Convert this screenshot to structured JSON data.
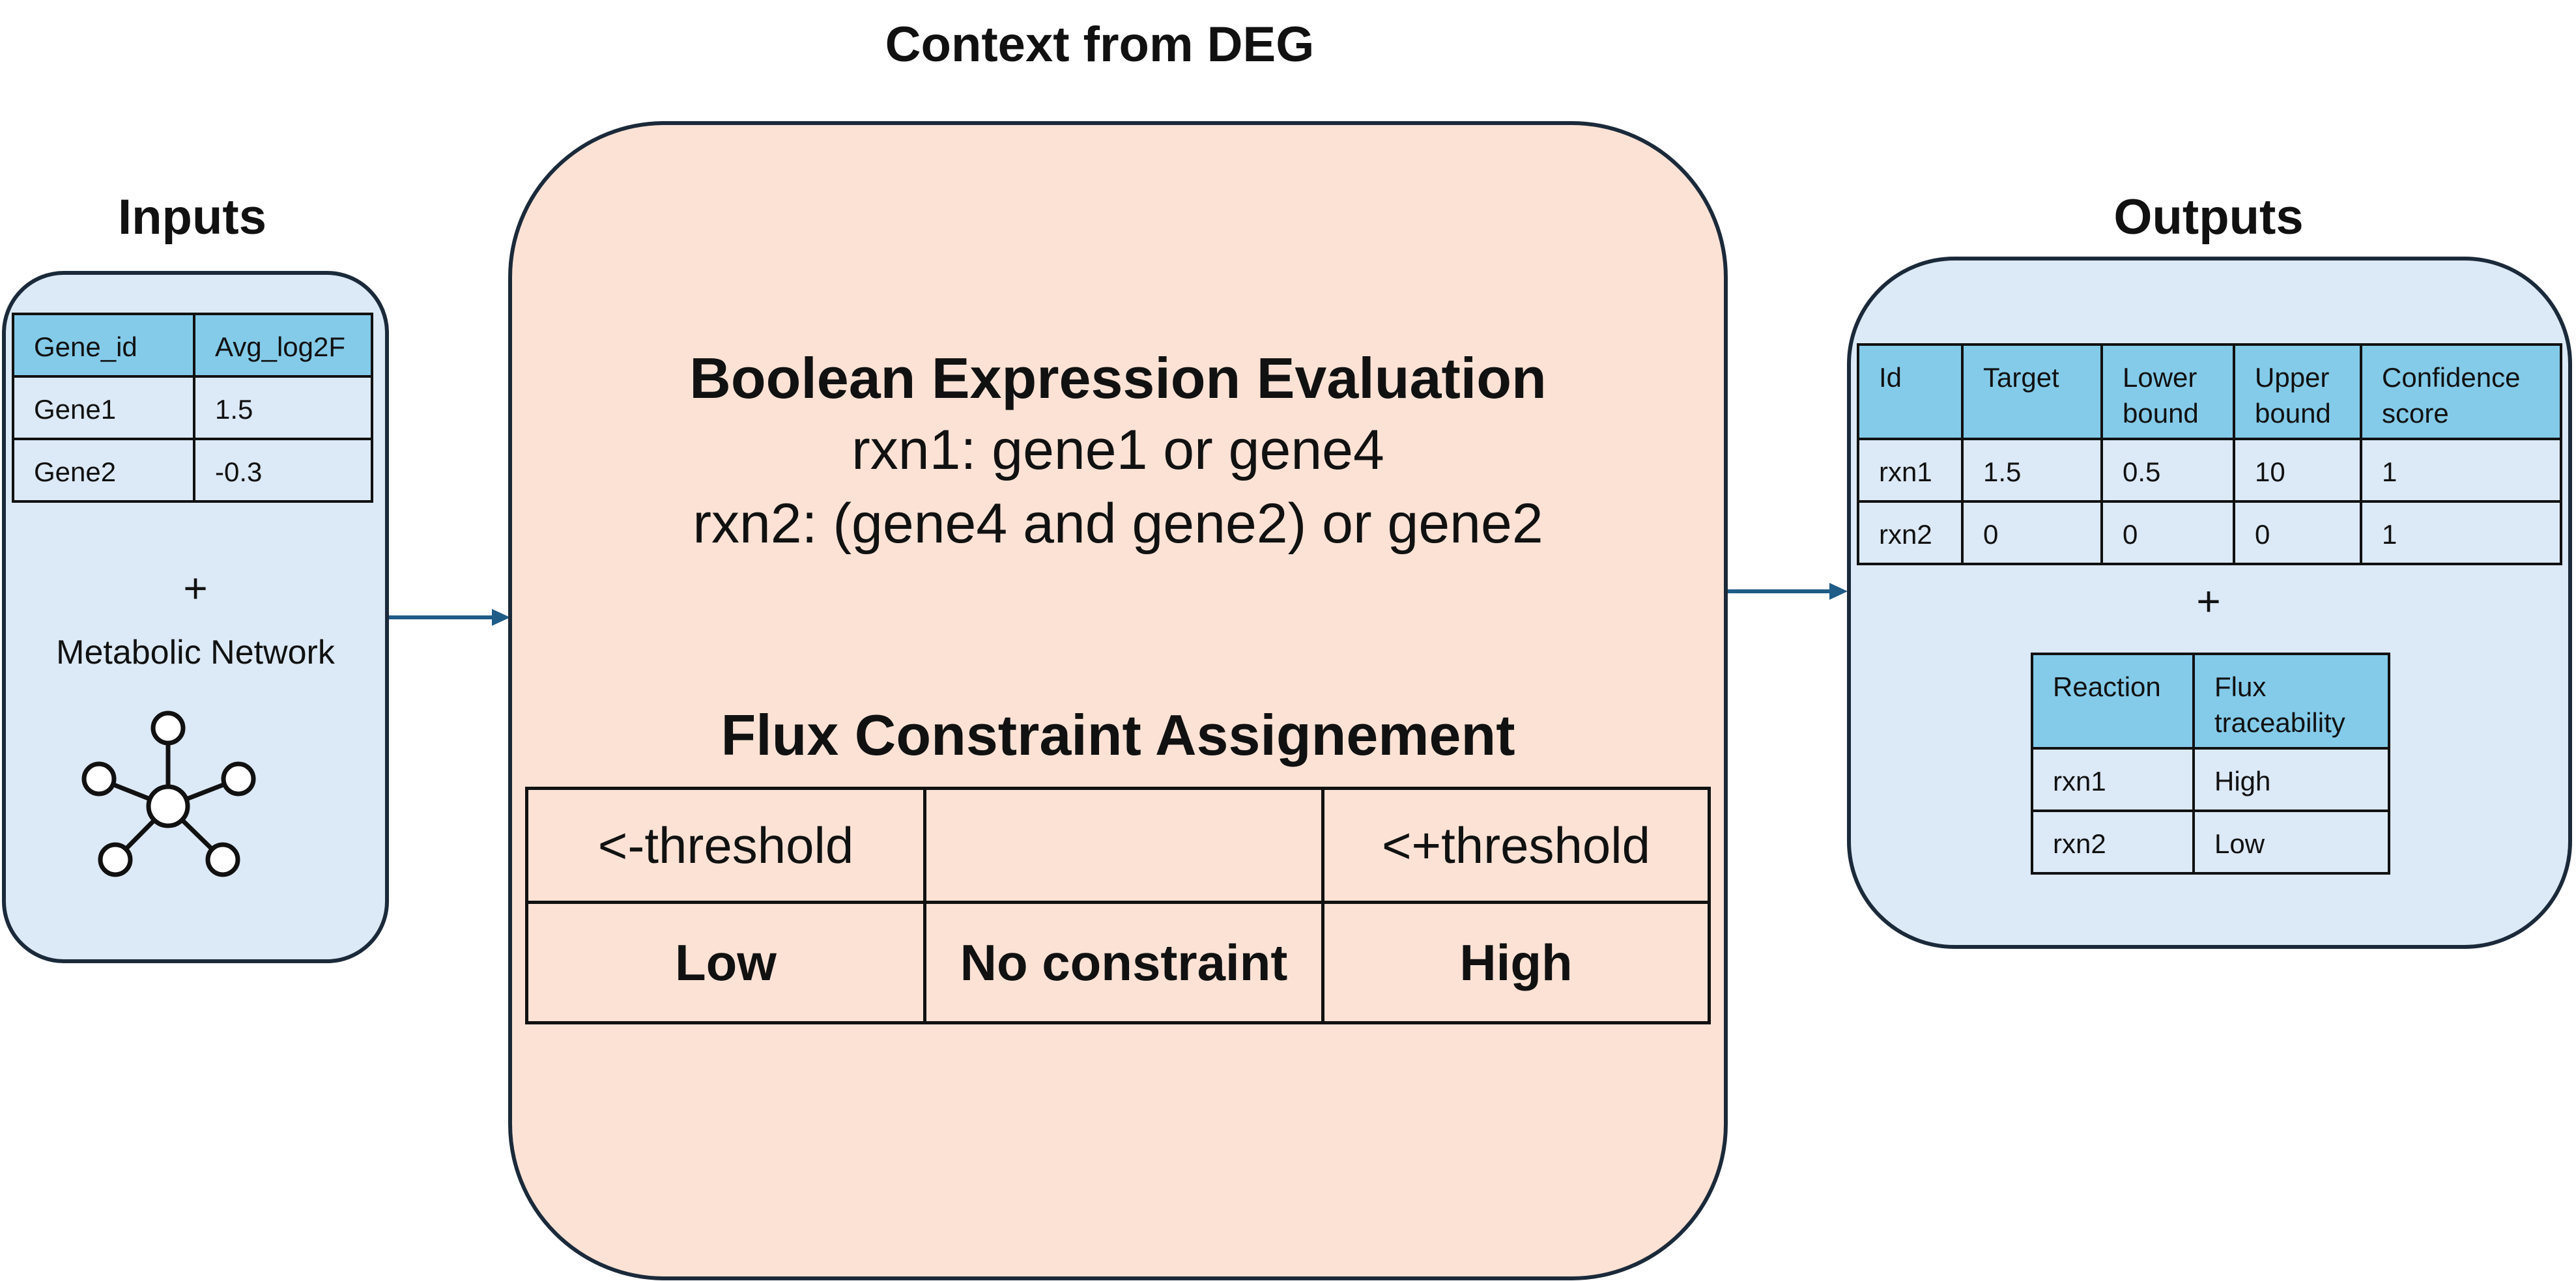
{
  "titles": {
    "inputs": "Inputs",
    "context": "Context from DEG",
    "outputs": "Outputs"
  },
  "inputs": {
    "table_headers": [
      "Gene_id",
      "Avg_log2F"
    ],
    "table_rows": [
      [
        "Gene1",
        "1.5"
      ],
      [
        "Gene2",
        "-0.3"
      ]
    ],
    "plus": "+",
    "network_label": "Metabolic Network",
    "network_icon": "network-graph-icon"
  },
  "context": {
    "boolean_title": "Boolean Expression Evaluation",
    "rxn1_rule": "rxn1: gene1 or gene4",
    "rxn2_rule": "rxn2: (gene4 and gene2) or gene2",
    "flux_title": "Flux Constraint Assignement",
    "flux_headers": [
      "<-threshold",
      "",
      "<+threshold"
    ],
    "flux_values": [
      "Low",
      "No constraint",
      "High"
    ]
  },
  "outputs": {
    "table1_headers": [
      "Id",
      "Target",
      "Lower bound",
      "Upper bound",
      "Confidence score"
    ],
    "table1_rows": [
      [
        "rxn1",
        "1.5",
        "0.5",
        "10",
        "1"
      ],
      [
        "rxn2",
        "0",
        "0",
        "0",
        "1"
      ]
    ],
    "plus": "+",
    "table2_headers": [
      "Reaction",
      "Flux traceability"
    ],
    "table2_rows": [
      [
        "rxn1",
        "High"
      ],
      [
        "rxn2",
        "Low"
      ]
    ]
  },
  "colors": {
    "blue_panel": "#dce9f6",
    "peach_panel": "#fbe2d5",
    "header_cell": "#84cbe9",
    "arrow": "#1f5c87"
  }
}
